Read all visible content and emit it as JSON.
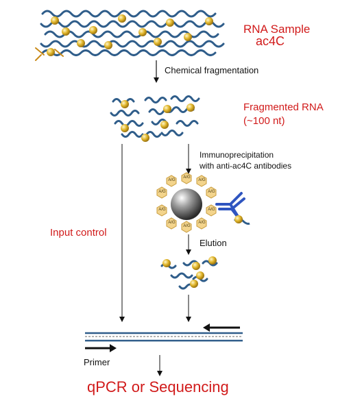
{
  "labels": {
    "rna_sample": "RNA Sample",
    "ac4c": "ac4C",
    "chemical_fragmentation": "Chemical fragmentation",
    "fragmented_rna_line1": "Fragmented RNA",
    "fragmented_rna_line2": "(~100 nt)",
    "immunoprecipitation_line1": "Immunoprecipitation",
    "immunoprecipitation_line2": "with anti-ac4C antibodies",
    "input_control": "Input control",
    "elution": "Elution",
    "primer": "Primer",
    "final_step": "qPCR or Sequencing"
  },
  "bead_label": "A/G",
  "colors": {
    "red_text": "#d11a1a",
    "rna_strand": "#2f5d8a",
    "modification_sphere": "#e0b52a",
    "antibody": "#2f55c0",
    "bead_hexagon": "#f3d48c",
    "arrow": "#111111"
  }
}
